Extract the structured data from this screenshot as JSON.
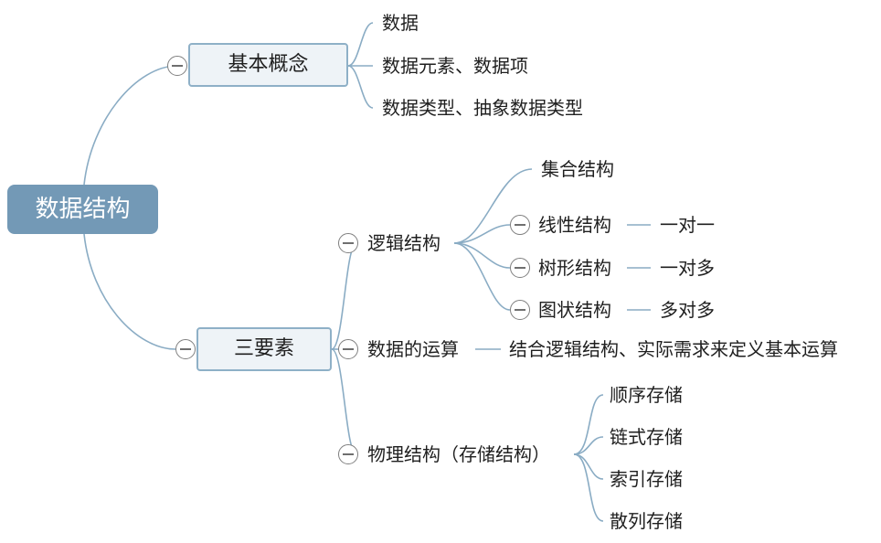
{
  "root": "数据结构",
  "concepts": {
    "label": "基本概念",
    "items": [
      "数据",
      "数据元素、数据项",
      "数据类型、抽象数据类型"
    ]
  },
  "elements": {
    "label": "三要素",
    "logical": {
      "label": "逻辑结构",
      "set": "集合结构",
      "linear": {
        "label": "线性结构",
        "relation": "一对一"
      },
      "tree": {
        "label": "树形结构",
        "relation": "一对多"
      },
      "graph": {
        "label": "图状结构",
        "relation": "多对多"
      }
    },
    "operations": {
      "label": "数据的运算",
      "note": "结合逻辑结构、实际需求来定义基本运算"
    },
    "physical": {
      "label": "物理结构（存储结构）",
      "items": [
        "顺序存储",
        "链式存储",
        "索引存储",
        "散列存储"
      ]
    }
  },
  "colors": {
    "line": "#8aacc4",
    "root_fill": "#7399b6",
    "box_fill": "#eef3f7",
    "box_border": "#8eb0c7"
  }
}
